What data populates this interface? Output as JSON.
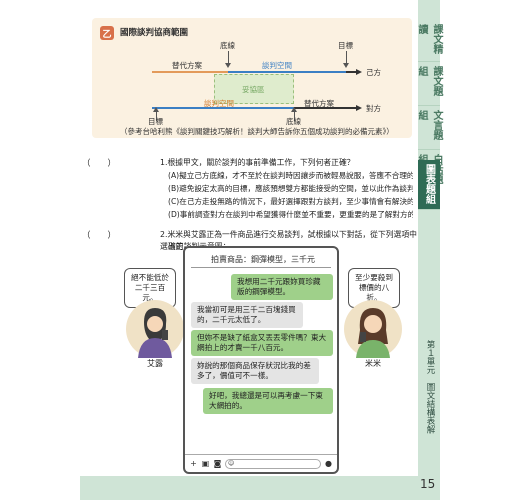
{
  "diagram": {
    "badge": "乙",
    "title": "國際談判協商範圍",
    "labels": {
      "bottom_line_top": "底線",
      "target_top": "目標",
      "alternative_top": "替代方案",
      "space_top": "談判空間",
      "self": "己方",
      "zone": "妥協區",
      "space_bottom": "談判空間",
      "alternative_bottom": "替代方案",
      "other": "對方",
      "target_bottom": "目標",
      "bottom_line_bottom": "底線"
    },
    "note": "（參考台哈利熊《談判關鍵技巧解析！談判大師告訴你五個成功談判的必備元素》）"
  },
  "tabs": [
    "課文精讀",
    "課文題組",
    "文言題組",
    "白話題組",
    "圖表題組"
  ],
  "active_tab": 4,
  "unit_label": "第１單元　圖文結構表解",
  "q1": {
    "paren": "（　　）",
    "text": "1.根據甲文，關於談判的事前準備工作，下列何者正確？",
    "options": [
      "(A)擬立己方底線，才不至於在談判時因讓步而被輕易說服，答應不合理的條件",
      "(B)避免設定太高的目標，應該預想雙方都能接受的空間，並以此作為談判目標",
      "(C)在己方走投無路的情況下，最好選擇跟對方談判，至少事情會有解決的辦法",
      "(D)事前調查對方在談判中希望獲得什麼並不重要，更重要的是了解對方的底線"
    ]
  },
  "q2": {
    "paren": "（　　）",
    "line1": "2.米米與艾露正為一件商品進行交易談判，試根據以下對話，從下列選項中選出正",
    "line2": "確的談判示意圖："
  },
  "chat": {
    "title": "拍賣商品：鋼彈模型，三千元",
    "messages": [
      {
        "side": "right",
        "text": "我想用二千元跟妳買珍藏版的鋼彈模型。"
      },
      {
        "side": "left",
        "text": "我當初可是用三千二百塊錢買的，二千元太低了。"
      },
      {
        "side": "right",
        "text": "但妳不是缺了紙盒又丟丟零件嗎？東大網拍上的才賣一千八百元。"
      },
      {
        "side": "left",
        "text": "妳說的那個商品保存狀況比我的差多了，價值可不一樣。"
      },
      {
        "side": "right",
        "text": "好吧，我總還是可以再考慮一下東大網拍的。"
      }
    ]
  },
  "left_person": {
    "speech": "絕不能低於二千三百元。",
    "name": "艾露"
  },
  "right_person": {
    "speech": "至少要殺到標價的八折。",
    "name": "米米"
  },
  "page_number": "15",
  "colors": {
    "tab_bg": "#cfe4d6",
    "tab_active": "#2f6b55",
    "diagram_bg": "#fbf1e1",
    "bubble_green": "#9fd08a",
    "bubble_gray": "#e4e4e4",
    "accent_orange": "#d8704a"
  }
}
